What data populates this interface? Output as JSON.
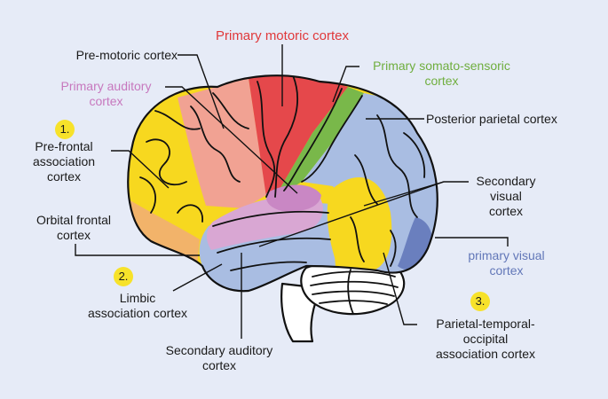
{
  "colors": {
    "background": "#e6ebf7",
    "prefrontal": "#f7d81f",
    "premotor": "#f1a293",
    "motor": "#e5484b",
    "somatosensory": "#79b84a",
    "parietal": "#a9bde2",
    "visual": "#6a7fbe",
    "auditory": "#d9a7d3",
    "orbital": "#f2b36a",
    "cerebellum": "#ffffff",
    "motor_label": "#e0393b",
    "somato_label": "#6fae3e",
    "auditory_label": "#c778be",
    "visual_label": "#6277b8",
    "badge": "#f7e22a"
  },
  "badges": [
    {
      "id": "badge-1",
      "text": "1."
    },
    {
      "id": "badge-2",
      "text": "2."
    },
    {
      "id": "badge-3",
      "text": "3."
    }
  ],
  "labels": {
    "primary_motor": "Primary motoric cortex",
    "pre_motor": "Pre-motoric cortex",
    "primary_somato": "Primary somato-sensoric\ncortex",
    "primary_auditory": "Primary auditory\ncortex",
    "posterior_parietal": "Posterior parietal cortex",
    "prefrontal": "Pre-frontal\nassociation\ncortex",
    "secondary_visual": "Secondary\nvisual\ncortex",
    "orbital_frontal": "Orbital frontal\ncortex",
    "primary_visual": "primary visual\ncortex",
    "limbic": "Limbic\nassociation cortex",
    "parietal_temporal": "Parietal-temporal-\noccipital\nassociation cortex",
    "secondary_auditory": "Secondary auditory\ncortex"
  }
}
